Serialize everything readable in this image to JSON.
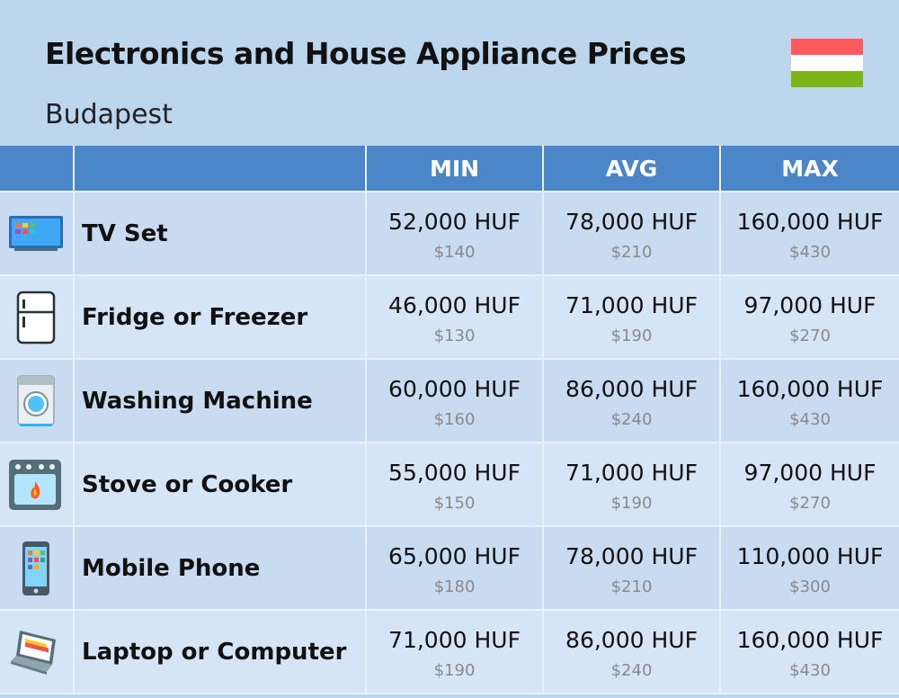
{
  "header": {
    "title": "Electronics and House Appliance Prices",
    "subtitle": "Budapest",
    "flag_colors": [
      "#ff5a5f",
      "#ffffff",
      "#7cb518"
    ]
  },
  "columns": [
    "MIN",
    "AVG",
    "MAX"
  ],
  "rows": [
    {
      "name": "TV Set",
      "icon": "tv-icon",
      "min": {
        "huf": "52,000 HUF",
        "usd": "$140"
      },
      "avg": {
        "huf": "78,000 HUF",
        "usd": "$210"
      },
      "max": {
        "huf": "160,000 HUF",
        "usd": "$430"
      }
    },
    {
      "name": "Fridge or Freezer",
      "icon": "fridge-icon",
      "min": {
        "huf": "46,000 HUF",
        "usd": "$130"
      },
      "avg": {
        "huf": "71,000 HUF",
        "usd": "$190"
      },
      "max": {
        "huf": "97,000 HUF",
        "usd": "$270"
      }
    },
    {
      "name": "Washing Machine",
      "icon": "washing-machine-icon",
      "min": {
        "huf": "60,000 HUF",
        "usd": "$160"
      },
      "avg": {
        "huf": "86,000 HUF",
        "usd": "$240"
      },
      "max": {
        "huf": "160,000 HUF",
        "usd": "$430"
      }
    },
    {
      "name": "Stove or Cooker",
      "icon": "stove-icon",
      "min": {
        "huf": "55,000 HUF",
        "usd": "$150"
      },
      "avg": {
        "huf": "71,000 HUF",
        "usd": "$190"
      },
      "max": {
        "huf": "97,000 HUF",
        "usd": "$270"
      }
    },
    {
      "name": "Mobile Phone",
      "icon": "mobile-phone-icon",
      "min": {
        "huf": "65,000 HUF",
        "usd": "$180"
      },
      "avg": {
        "huf": "78,000 HUF",
        "usd": "$210"
      },
      "max": {
        "huf": "110,000 HUF",
        "usd": "$300"
      }
    },
    {
      "name": "Laptop or Computer",
      "icon": "laptop-icon",
      "min": {
        "huf": "71,000 HUF",
        "usd": "$190"
      },
      "avg": {
        "huf": "86,000 HUF",
        "usd": "$240"
      },
      "max": {
        "huf": "160,000 HUF",
        "usd": "$430"
      }
    }
  ]
}
